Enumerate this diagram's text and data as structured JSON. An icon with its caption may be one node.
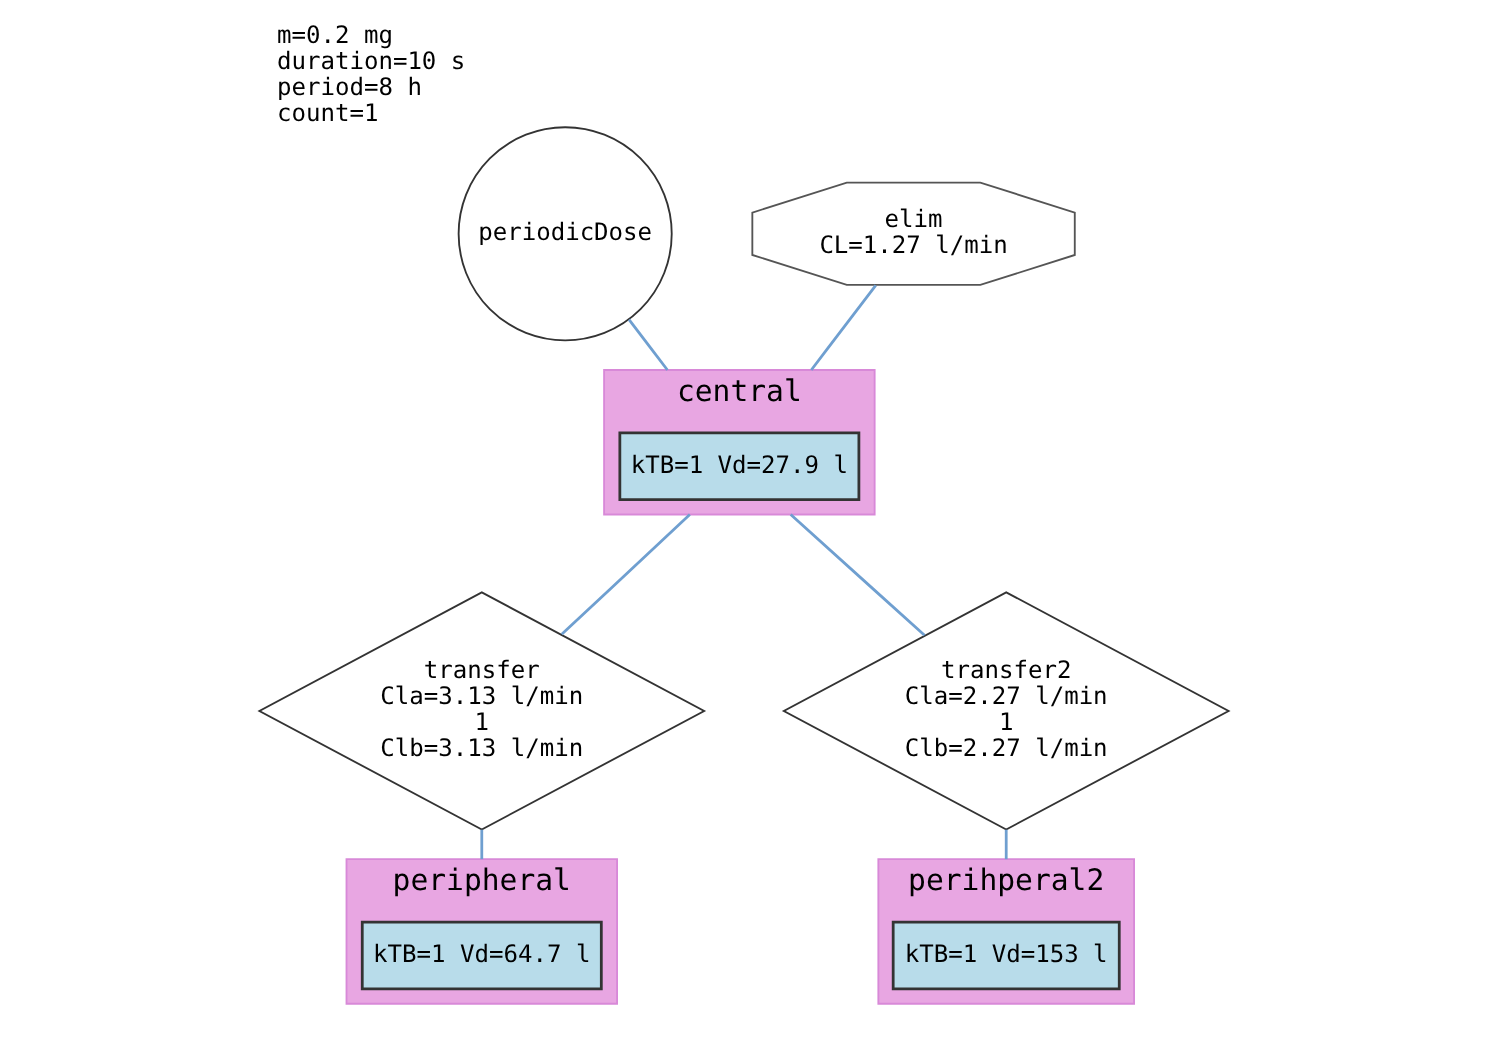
{
  "diagram": {
    "nodes": [
      {
        "text": [
          "periodicDose"
        ],
        "beside": [
          "m=0.2 mg",
          "duration=10 s",
          "period=8 h",
          "count=1"
        ]
      },
      {
        "text": [
          "transfer",
          "Cla=3.13 l/min",
          "1",
          "Clb=3.13 l/min"
        ]
      },
      {
        "text": [
          "peripheral"
        ]
      },
      {
        "text": [
          "kTB=1 Vd=64.7 l"
        ],
        "in": 2
      },
      {
        "text": [
          "elim",
          "CL=1.27 l/min"
        ]
      },
      {
        "text": [
          "central"
        ]
      },
      {
        "text": [
          "kTB=1 Vd=27.9 l"
        ],
        "in": 5
      },
      {
        "text": [
          "transfer2",
          "Cla=2.27 l/min",
          "1",
          "Clb=2.27 l/min"
        ]
      },
      {
        "text": [
          "perihperal2"
        ]
      },
      {
        "text": [
          "kTB=1 Vd=153 l"
        ],
        "in": 8
      }
    ],
    "edges": [
      {
        "from": 0,
        "to": 5,
        "arrow": "none"
      },
      {
        "from": 4,
        "to": 5,
        "arrow": "none"
      },
      {
        "from": 5,
        "to": 1,
        "arrow": "none"
      },
      {
        "from": 1,
        "to": 2,
        "arrow": "none"
      },
      {
        "from": 5,
        "to": 7,
        "arrow": "none"
      },
      {
        "from": 7,
        "to": 8,
        "arrow": "none"
      }
    ]
  }
}
